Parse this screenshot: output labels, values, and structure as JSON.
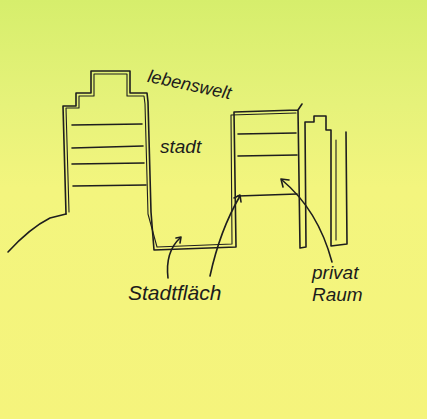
{
  "diagram": {
    "labels": [
      "lebenswelt",
      "stadt",
      "Stadtfläch",
      "privat Raum"
    ]
  }
}
